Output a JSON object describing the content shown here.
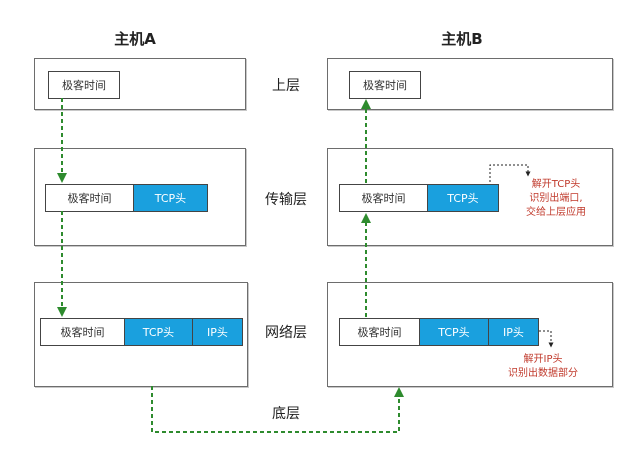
{
  "hosts": {
    "a_title": "主机A",
    "b_title": "主机B"
  },
  "layers": {
    "upper": "上层",
    "transport": "传输层",
    "network": "网络层",
    "bottom": "底层"
  },
  "packet_labels": {
    "data": "极客时间",
    "tcp": "TCP头",
    "ip": "IP头"
  },
  "notes": {
    "transport_b": [
      "解开TCP头",
      "识别出端口,",
      "交给上层应用"
    ],
    "network_b": [
      "解开IP头",
      "识别出数据部分"
    ]
  },
  "colors": {
    "header_fill": "#1aa0de",
    "arrow_green": "#2e8b2e",
    "note_red": "#c0392b"
  }
}
